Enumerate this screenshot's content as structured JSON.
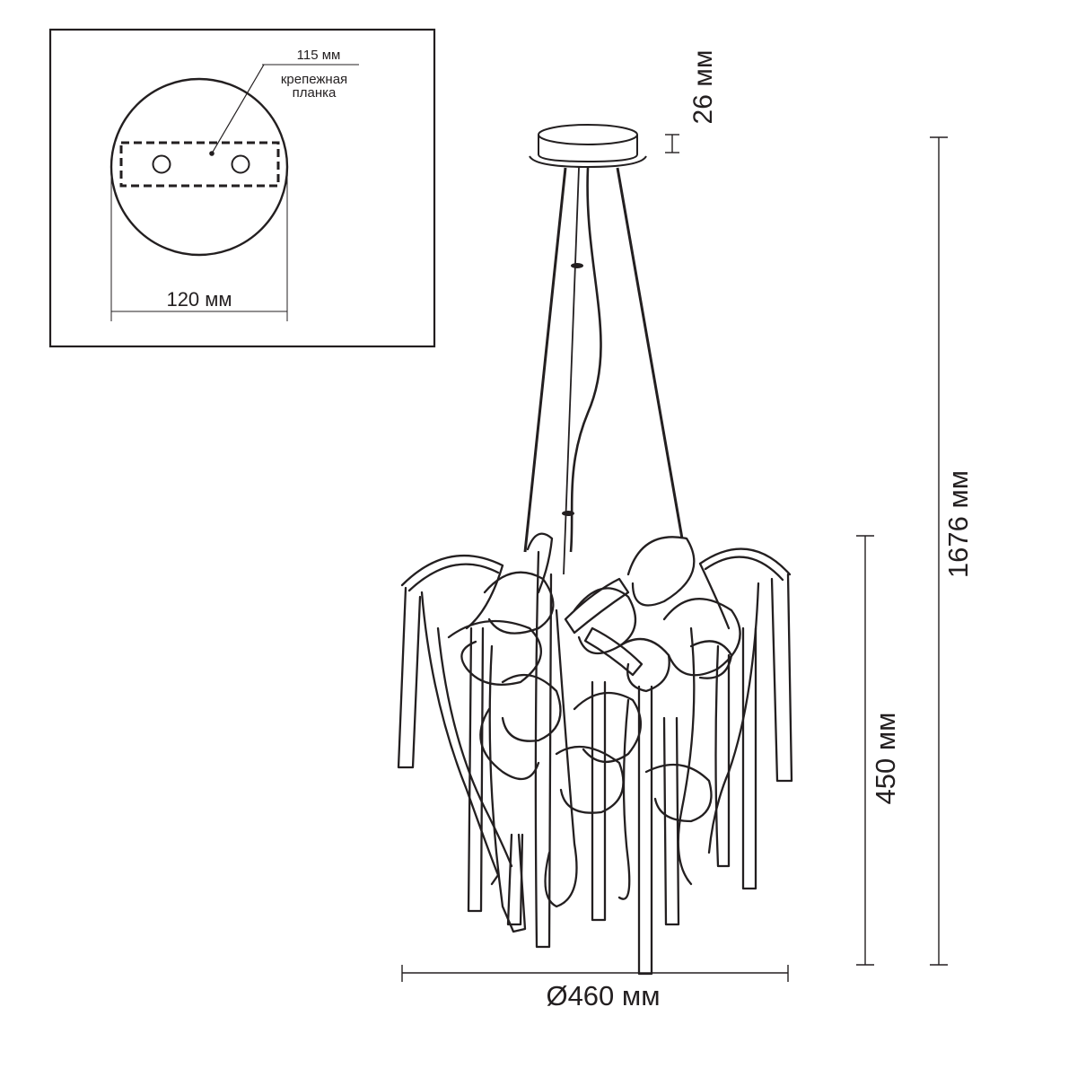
{
  "inset": {
    "bracket_width_label": "115 мм",
    "bracket_name_line1": "крепежная",
    "bracket_name_line2": "планка",
    "canopy_diameter_label": "120 мм"
  },
  "dimensions": {
    "canopy_height_label": "26 мм",
    "total_height_label": "1676 мм",
    "body_height_label": "450 мм",
    "diameter_label": "Ø460 мм"
  }
}
